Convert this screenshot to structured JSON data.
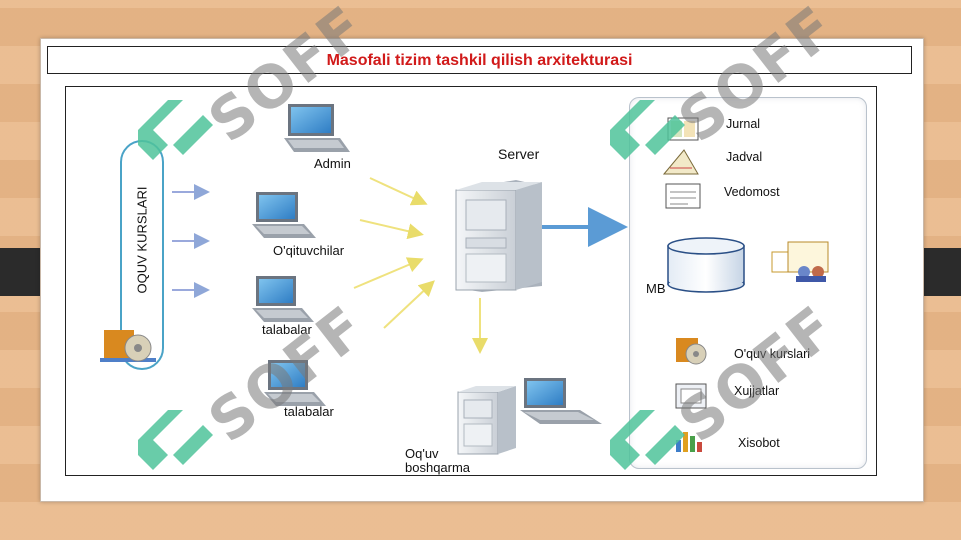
{
  "title": "Masofali tizim tashkil qilish arxitekturasi",
  "left_group_label": "OQUV KURSLARI",
  "clients": [
    {
      "label": "Admin"
    },
    {
      "label": "O'qituvchilar"
    },
    {
      "label": "talabalar"
    },
    {
      "label": "talabalar"
    }
  ],
  "server_label": "Server",
  "management_label_line1": "Oq'uv",
  "management_label_line2": "boshqarma",
  "db_label": "MB",
  "modules_top": [
    {
      "label": "Jurnal",
      "icon": "journal-icon"
    },
    {
      "label": "Jadval",
      "icon": "schedule-icon"
    },
    {
      "label": "Vedomost",
      "icon": "vedomost-icon"
    }
  ],
  "modules_bottom": [
    {
      "label": "O'quv kurslari",
      "icon": "courses-icon"
    },
    {
      "label": "Xujjatlar",
      "icon": "documents-icon"
    },
    {
      "label": "Xisobot",
      "icon": "report-icon"
    }
  ],
  "watermark_text": "SOFF",
  "colors": {
    "title": "#d11a1a",
    "arrow_yellow": "#f0e27a",
    "arrow_blue": "#5b9bd5",
    "watermark_green": "#4fc39a",
    "frame_blue": "#4aa3c7"
  }
}
